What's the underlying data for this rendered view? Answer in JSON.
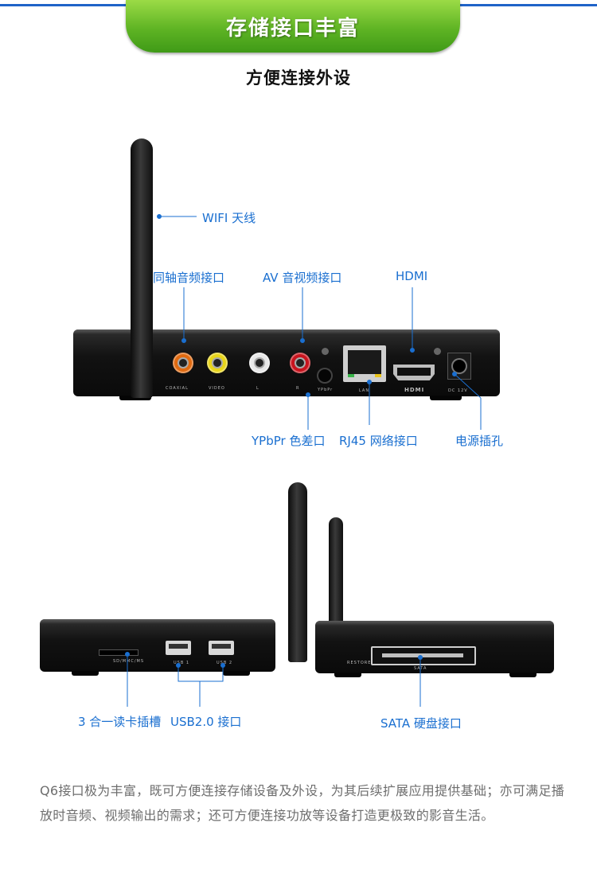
{
  "header": {
    "banner_title": "存储接口丰富",
    "subtitle": "方便连接外设"
  },
  "rear_view": {
    "callouts": {
      "wifi": "WIFI 天线",
      "coaxial": "同轴音频接口",
      "av": "AV 音视频接口",
      "hdmi": "HDMI",
      "ypbpr": "YPbPr 色差口",
      "rj45": "RJ45 网络接口",
      "power": "电源插孔"
    },
    "panel_print": {
      "coaxial": "COAXIAL",
      "video": "VIDEO",
      "audio_l": "L",
      "audio_r": "R",
      "ypbpr": "YPbPr",
      "lan": "LAN",
      "hdmi": "HDMI",
      "dc": "DC 12V"
    },
    "rca_colors": {
      "coaxial": "#e06a10",
      "video": "#e8d51a",
      "audio_l": "#e8e8e8",
      "audio_r": "#c8141e"
    }
  },
  "side_views": {
    "callouts": {
      "card_reader": "3 合一读卡插槽",
      "usb": "USB2.0 接口",
      "sata": "SATA 硬盘接口"
    },
    "panel_print": {
      "card": "SD/MMC/MS",
      "usb1": "USB 1",
      "usb2": "USB 2",
      "restore": "RESTORE",
      "sata": "SATA"
    }
  },
  "description": "Q6接口极为丰富，既可方便连接存储设备及外设，为其后续扩展应用提供基础；亦可满足播放时音频、视频输出的需求；还可方便连接功放等设备打造更极致的影音生活。",
  "colors": {
    "accent_blue": "#1a6fd0",
    "banner_green": "#5fb424",
    "text_gray": "#6e6e6e"
  }
}
